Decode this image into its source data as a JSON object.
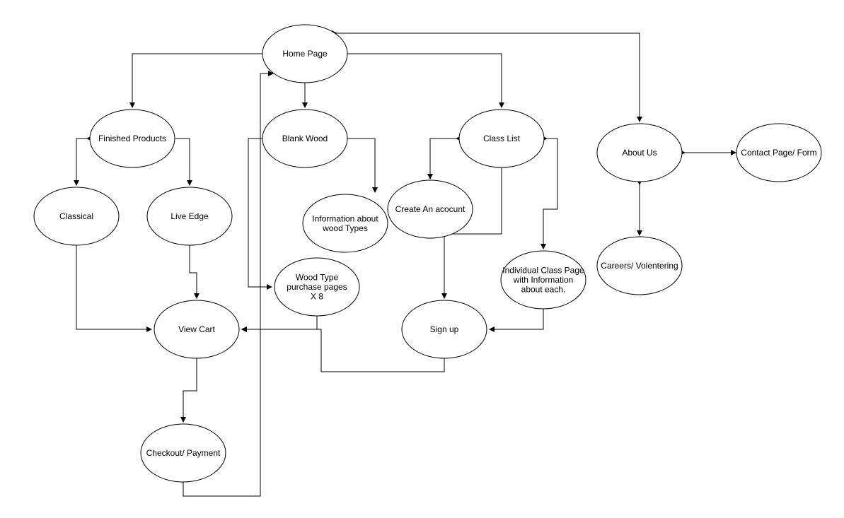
{
  "diagram": {
    "nodes": {
      "home": [
        "Home Page"
      ],
      "finished": [
        "Finished Products"
      ],
      "blank": [
        "Blank Wood"
      ],
      "classlist": [
        "Class List"
      ],
      "about": [
        "About Us"
      ],
      "contact": [
        "Contact Page/ Form"
      ],
      "classical": [
        "Classical"
      ],
      "liveedge": [
        "Live Edge"
      ],
      "info_wood": [
        "Information about",
        "wood Types"
      ],
      "create_account": [
        "Create An acocunt"
      ],
      "careers": [
        "Careers/ Volentering"
      ],
      "wood_purchase": [
        "Wood Type",
        "purchase pages",
        "X 8"
      ],
      "individual_class": [
        "Individual Class Page",
        "with Information",
        "about each."
      ],
      "view_cart": [
        "View Cart"
      ],
      "sign_up": [
        "Sign up"
      ],
      "checkout": [
        "Checkout/ Payment"
      ]
    },
    "edges": [
      {
        "from": "home",
        "to": "finished",
        "direction": "forward"
      },
      {
        "from": "home",
        "to": "blank",
        "direction": "forward"
      },
      {
        "from": "home",
        "to": "classlist",
        "direction": "forward"
      },
      {
        "from": "home",
        "to": "about",
        "direction": "both"
      },
      {
        "from": "finished",
        "to": "classical",
        "direction": "both"
      },
      {
        "from": "finished",
        "to": "liveedge",
        "direction": "forward"
      },
      {
        "from": "blank",
        "to": "info_wood",
        "direction": "both"
      },
      {
        "from": "blank",
        "to": "wood_purchase",
        "direction": "forward"
      },
      {
        "from": "classlist",
        "to": "create_account",
        "direction": "both"
      },
      {
        "from": "classlist",
        "to": "individual_class",
        "direction": "both"
      },
      {
        "from": "classlist",
        "to": "sign_up",
        "direction": "forward"
      },
      {
        "from": "about",
        "to": "contact",
        "direction": "both"
      },
      {
        "from": "about",
        "to": "careers",
        "direction": "both"
      },
      {
        "from": "classical",
        "to": "view_cart",
        "direction": "forward"
      },
      {
        "from": "liveedge",
        "to": "view_cart",
        "direction": "forward"
      },
      {
        "from": "wood_purchase",
        "to": "view_cart",
        "direction": "forward"
      },
      {
        "from": "sign_up",
        "to": "view_cart",
        "direction": "forward"
      },
      {
        "from": "individual_class",
        "to": "sign_up",
        "direction": "both"
      },
      {
        "from": "view_cart",
        "to": "checkout",
        "direction": "forward"
      },
      {
        "from": "checkout",
        "to": "home",
        "direction": "forward"
      }
    ]
  }
}
